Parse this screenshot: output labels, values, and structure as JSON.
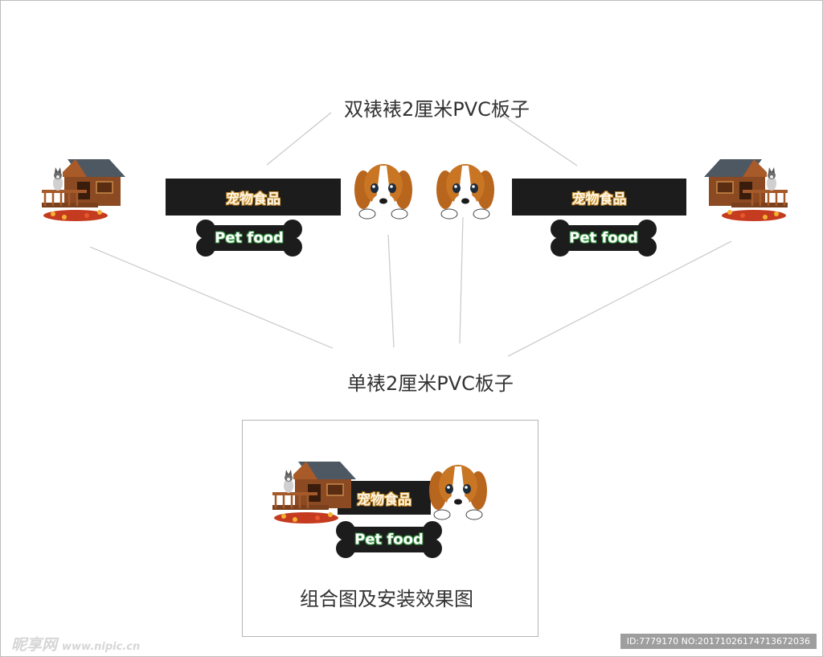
{
  "labels": {
    "double_pvc": "双裱裱2厘米PVC板子",
    "single_pvc": "单裱2厘米PVC板子",
    "combo": "组合图及安装效果图"
  },
  "sign": {
    "bar_text": "宠物食品",
    "bone_text": "Pet food"
  },
  "watermark": {
    "brand": "昵享网",
    "url": "www.nipic.cn",
    "id_text": "ID:7779170 NO:20171026174713672036"
  },
  "colors": {
    "bar": "#1c1c1c",
    "bone": "#1c1c1c",
    "leader_line": "#c8c8c8",
    "dog_ears": "#b8651d",
    "kennel_wood": "#8b4a22",
    "kennel_roof": "#4e5862"
  }
}
